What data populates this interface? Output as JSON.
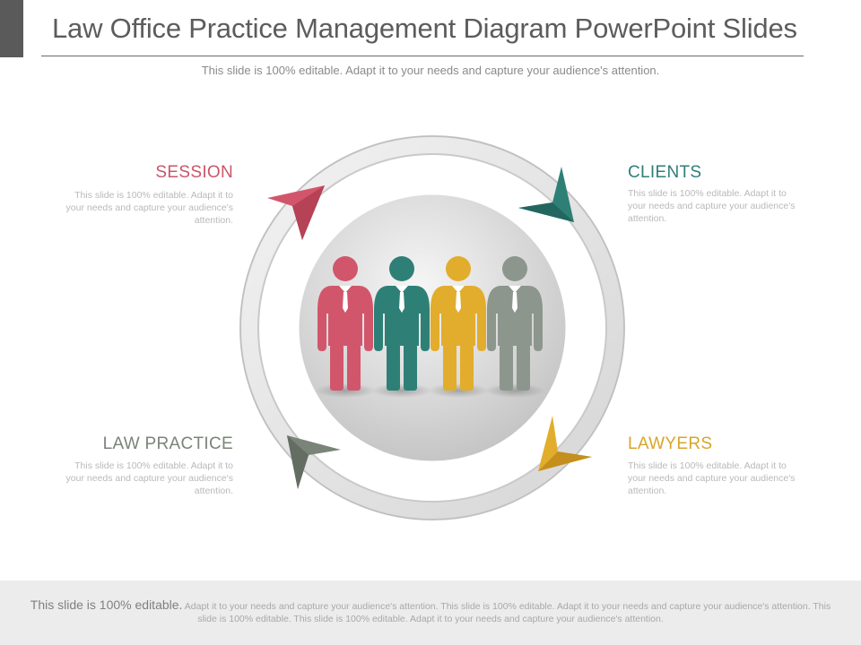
{
  "header": {
    "title": "Law Office Practice Management Diagram PowerPoint Slides",
    "subtitle": "This slide is 100% editable. Adapt it to your needs and capture your audience's attention."
  },
  "quadrants": [
    {
      "heading": "SESSION",
      "text": "This slide is 100% editable. Adapt it to your needs and capture your audience's attention.",
      "color": "#c9566a"
    },
    {
      "heading": "CLIENTS",
      "text": "This slide is 100% editable. Adapt it to your needs and capture your audience's attention.",
      "color": "#2e7f78"
    },
    {
      "heading": "LAW PRACTICE",
      "text": "This slide is 100% editable. Adapt it to your needs and capture your audience's attention.",
      "color": "#7a8478"
    },
    {
      "heading": "LAWYERS",
      "text": "This slide is 100% editable. Adapt it to your needs and capture your audience's attention.",
      "color": "#d7a52a"
    }
  ],
  "people": [
    {
      "color": "#d2566b"
    },
    {
      "color": "#2e8077"
    },
    {
      "color": "#e2ad2d"
    },
    {
      "color": "#8d968c"
    }
  ],
  "footer": {
    "lead": "This slide is 100% editable.",
    "text": "Adapt it to your needs and capture your audience's attention. This slide is 100% editable. Adapt it to your needs and capture your audience's attention. This slide is 100% editable. This slide is 100% editable. Adapt it to your needs and capture your audience's attention."
  }
}
